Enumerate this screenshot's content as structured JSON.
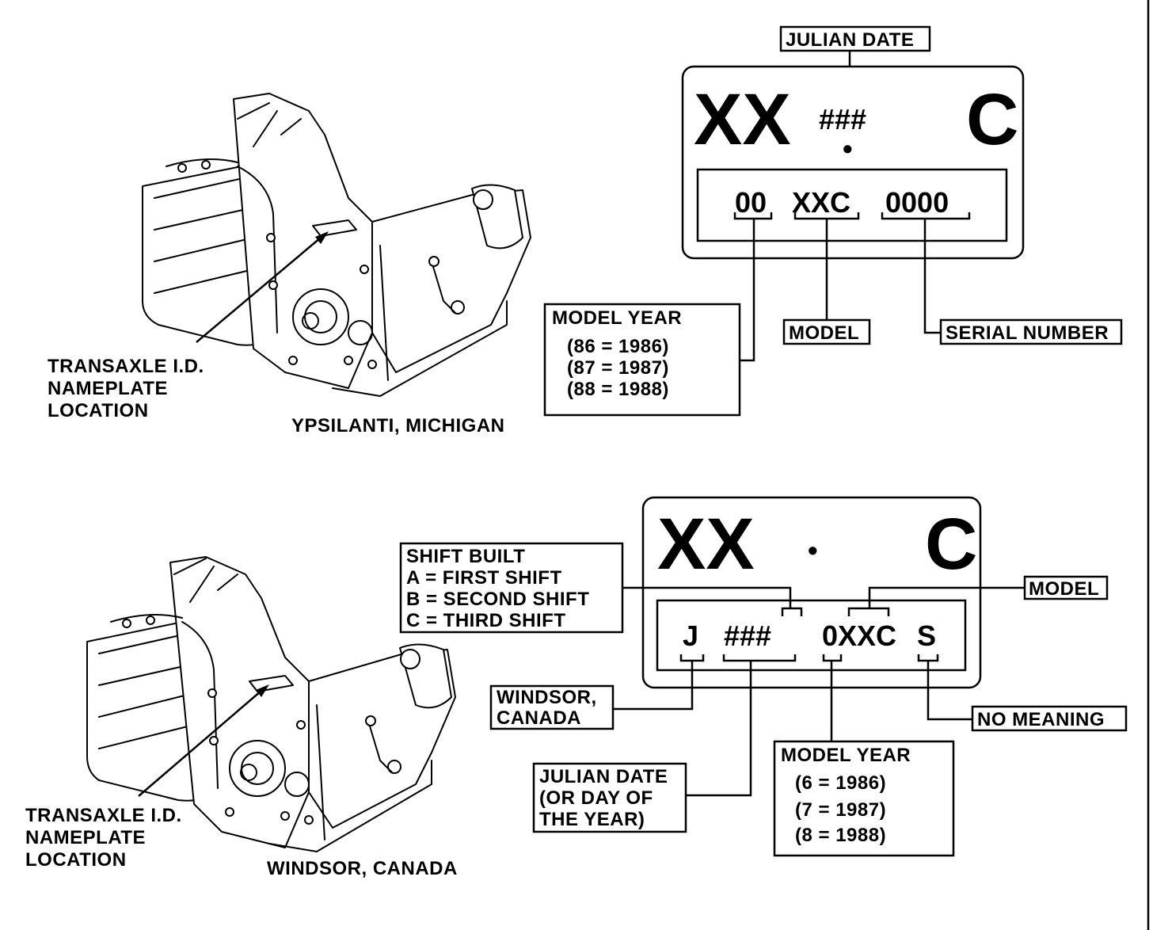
{
  "top": {
    "julian_date_label": "JULIAN DATE",
    "plate": {
      "prefix": "XX",
      "hashes": "###",
      "suffix": "C",
      "dot": "•",
      "year_code": "00",
      "model_code": "XXC",
      "serial_code": "0000"
    },
    "model_year_box": {
      "title": "MODEL YEAR",
      "lines": [
        "(86  =  1986)",
        "(87  =  1987)",
        "(88  =  1988)"
      ]
    },
    "model_label": "MODEL",
    "serial_number_label": "SERIAL NUMBER",
    "nameplate_label": [
      "TRANSAXLE I.D.",
      "NAMEPLATE",
      "LOCATION"
    ],
    "location_caption": "YPSILANTI, MICHIGAN"
  },
  "bottom": {
    "plate": {
      "prefix": "XX",
      "dot": "•",
      "suffix": "C",
      "plant_code": "J",
      "hashes": "###",
      "model_code": "0XXC",
      "s_code": "S"
    },
    "shift_box": {
      "title": "SHIFT BUILT",
      "lines": [
        "A  =  FIRST SHIFT",
        "B  =  SECOND SHIFT",
        "C  =  THIRD SHIFT"
      ]
    },
    "model_label": "MODEL",
    "windsor_box": [
      "WINDSOR,",
      "CANADA"
    ],
    "no_meaning_label": "NO MEANING",
    "julian_box": [
      "JULIAN DATE",
      "(OR DAY OF",
      "THE YEAR)"
    ],
    "model_year_box": {
      "title": "MODEL YEAR",
      "lines": [
        "(6  =  1986)",
        "(7  =  1987)",
        "(8  =  1988)"
      ]
    },
    "nameplate_label": [
      "TRANSAXLE I.D.",
      "NAMEPLATE",
      "LOCATION"
    ],
    "location_caption": "WINDSOR, CANADA"
  }
}
